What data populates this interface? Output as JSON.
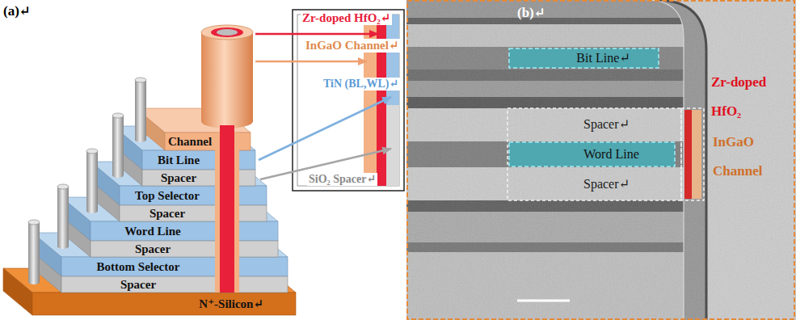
{
  "diagram": {
    "nodes": [
      {
        "text": [
          "Channel"
        ]
      },
      {
        "text": [
          "Bit Line"
        ]
      },
      {
        "text": [
          "Spacer"
        ]
      },
      {
        "text": [
          "Top Selector"
        ]
      },
      {
        "text": [
          "Spacer"
        ]
      },
      {
        "text": [
          "Word Line"
        ]
      },
      {
        "text": [
          "Spacer"
        ]
      },
      {
        "text": [
          "Bottom Selector"
        ]
      },
      {
        "text": [
          "Spacer"
        ]
      },
      {
        "text": [
          "N⁺-Silicon↵"
        ]
      },
      {
        "text": [
          "Bit Line↵"
        ]
      },
      {
        "text": [
          "Word Line"
        ]
      }
    ],
    "labels": [
      "(a)↵",
      "Zr-doped HfO₂↵",
      "InGaO Channel↵",
      "TiN (BL,WL)↵",
      "SiO₂ Spacer↵",
      "(b)↵",
      "Spacer↵",
      "Spacer↵",
      "Zr-doped HfO₂",
      "InGaO Channel"
    ]
  }
}
